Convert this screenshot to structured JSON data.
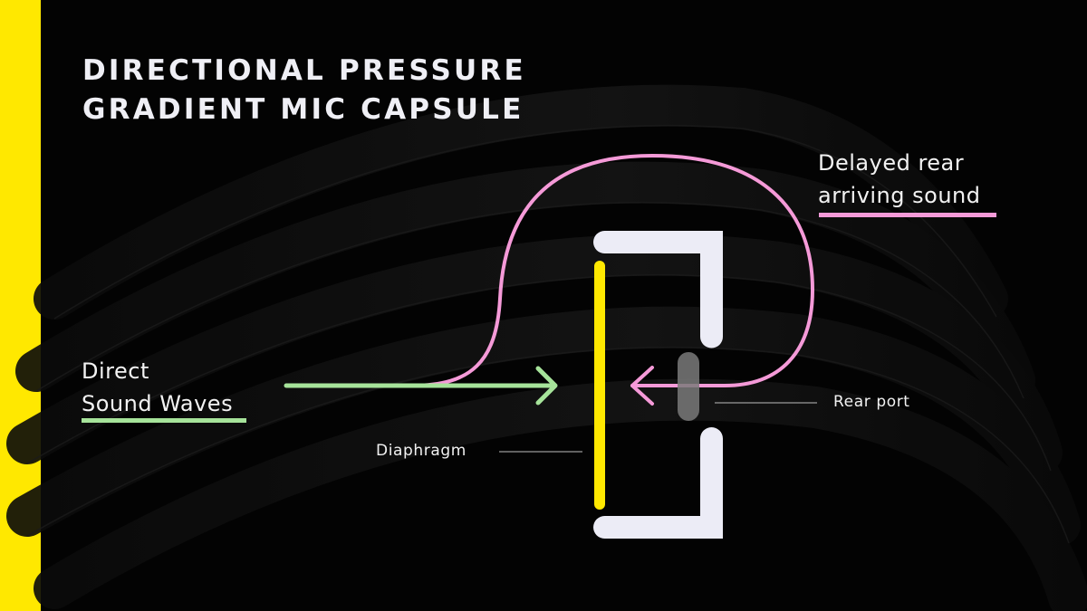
{
  "title": {
    "line1": "DIRECTIONAL PRESSURE",
    "line2": "GRADIENT MIC CAPSULE"
  },
  "labels": {
    "direct_line1": "Direct",
    "direct_line2": "Sound Waves",
    "delayed_line1": "Delayed rear",
    "delayed_line2": "arriving sound",
    "diaphragm": "Diaphragm",
    "rear_port": "Rear port"
  },
  "colors": {
    "accent_yellow": "#ffe800",
    "direct_green": "#a6e39a",
    "rear_pink": "#f59ad8",
    "capsule_white": "#ececf6",
    "port_gray": "#7a7a7a",
    "text": "#f2f2f2",
    "background": "#030303"
  }
}
